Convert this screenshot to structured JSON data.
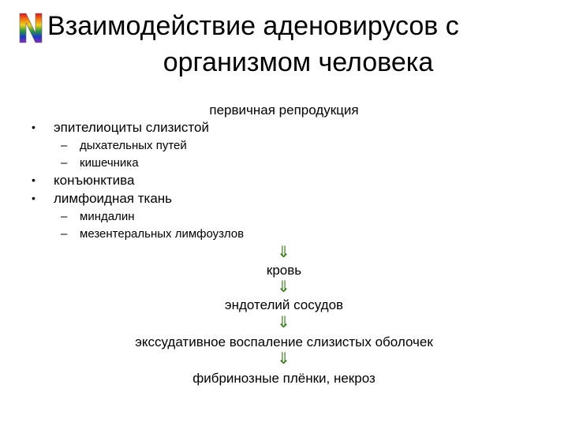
{
  "slide": {
    "title_line1": "Взаимодействие аденовирусов с",
    "title_line2": "организмом человека"
  },
  "content": {
    "primary_label": "первичная репродукция",
    "items": [
      {
        "text": "эпителиоциты слизистой",
        "subitems": [
          "дыхательных путей",
          "кишечника"
        ]
      },
      {
        "text": "конъюнктива",
        "subitems": []
      },
      {
        "text": "лимфоидная ткань",
        "subitems": [
          "миндалин",
          "мезентеральных лимфоузлов"
        ]
      }
    ]
  },
  "flow": {
    "steps": [
      "кровь",
      "эндотелий сосудов",
      "экссудативное воспаление слизистых оболочек",
      "фибринозные плёнки, некроз"
    ],
    "arrow_glyph": "⇓",
    "arrow_color": "#3a7a1a"
  },
  "colors": {
    "logo_gradient": [
      "#e0102a",
      "#f07a10",
      "#f0d020",
      "#2a9a3a",
      "#1a3ac8",
      "#8a2ab8"
    ]
  }
}
